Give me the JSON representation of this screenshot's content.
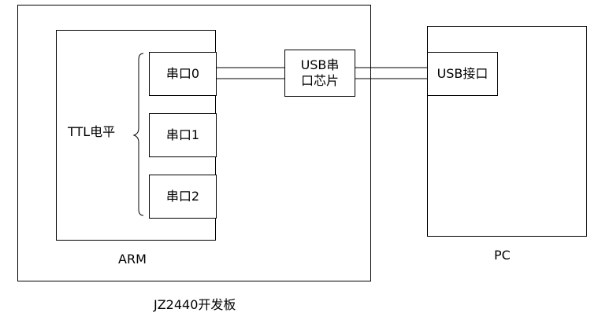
{
  "board": {
    "label": "JZ2440开发板"
  },
  "arm": {
    "label": "ARM",
    "ttl_label": "TTL电平",
    "ports": [
      {
        "label": "串口0"
      },
      {
        "label": "串口1"
      },
      {
        "label": "串口2"
      }
    ]
  },
  "usb_chip": {
    "line1": "USB串",
    "line2": "口芯片"
  },
  "pc": {
    "label": "PC",
    "usb_port": "USB接口"
  },
  "colors": {
    "stroke": "#000000",
    "background": "#ffffff"
  }
}
